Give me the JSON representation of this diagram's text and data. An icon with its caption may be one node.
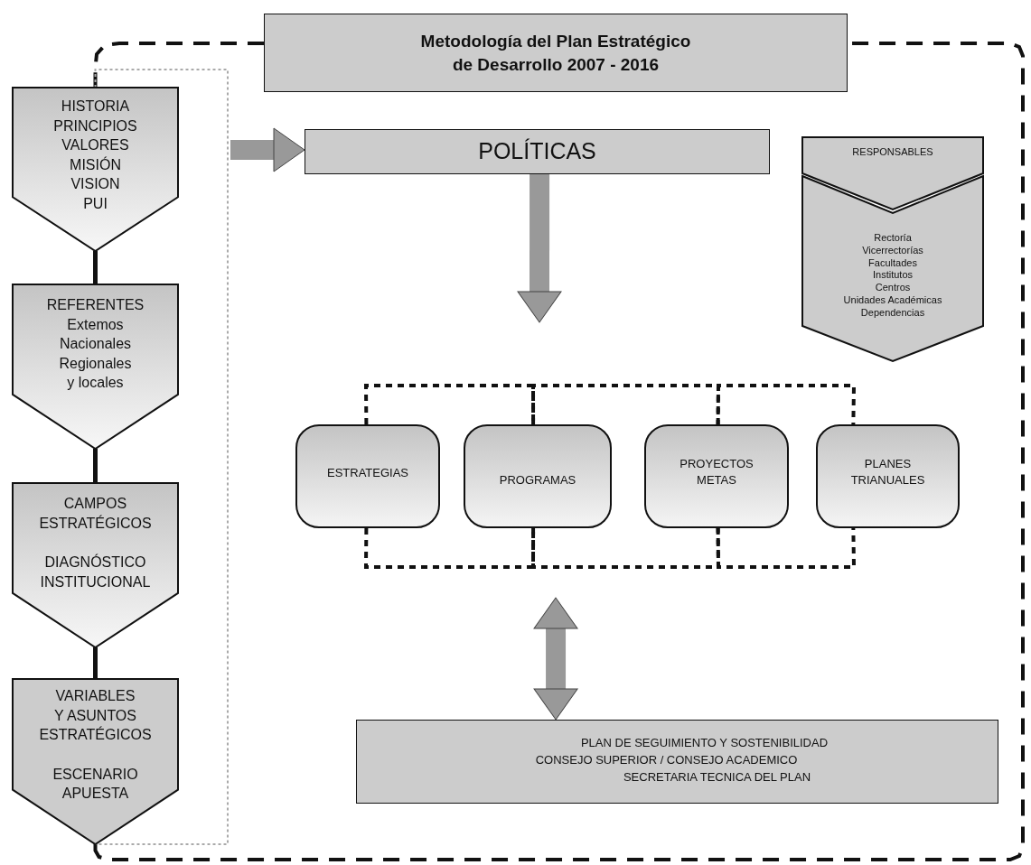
{
  "diagram": {
    "nodes": [
      {
        "text": [
          "Metodología del Plan Estratégico de Desarrollo 2007 - 2016"
        ]
      },
      {
        "text": [
          "HISTORIA PRINCIPIOS VALORES MISIÓN VISION PUI"
        ]
      },
      {
        "text": [
          "REFERENTES Extemos Nacionales Regionales y locales"
        ]
      },
      {
        "text": [
          "CAMPOS ESTRATÉGICOS",
          "DIAGNÓSTICO INSTITUCIONAL"
        ]
      },
      {
        "text": [
          "VARIABLES Y ASUNTOS ESTRATÉGICOS",
          "ESCENARIO APUESTA"
        ]
      },
      {
        "text": [
          "POLÍTICAS"
        ]
      },
      {
        "text": [
          "RESPONSABLES"
        ]
      },
      {
        "text": [
          "Rectoría Vicerrectorías Facultades Institutos Centros Unidades Académicas Dependencias"
        ]
      },
      {
        "text": [
          "ESTRATEGIAS"
        ]
      },
      {
        "text": [
          "PROGRAMAS"
        ]
      },
      {
        "text": [
          "PROYECTOS METAS"
        ]
      },
      {
        "text": [
          "PLANES TRIANUALES"
        ]
      },
      {
        "text": [
          "PLAN DE SEGUIMIENTO Y SOSTENIBILIDAD",
          "CONSEJO SUPERIOR / CONSEJO ACADEMICO",
          "SECRETARIA TECNICA DEL PLAN"
        ]
      }
    ],
    "edges": [
      {
        "from": 0,
        "to": 1,
        "arrow": "none",
        "style": "dashed"
      },
      {
        "from": 4,
        "to": 0,
        "arrow": "none",
        "style": "dashed"
      },
      {
        "from": 1,
        "to": 2,
        "arrow": "none"
      },
      {
        "from": 2,
        "to": 3,
        "arrow": "none"
      },
      {
        "from": 3,
        "to": 4,
        "arrow": "none"
      },
      {
        "from": 1,
        "to": 4,
        "arrow": "none",
        "style": "dashed",
        "color": "#aaaaaa"
      },
      {
        "from": null,
        "to": 5,
        "arrow": "to",
        "style": "thick",
        "color": "#999999"
      },
      {
        "from": 5,
        "to": null,
        "arrow": "to",
        "style": "thick",
        "color": "#999999"
      },
      {
        "from": 8,
        "to": 9,
        "arrow": "none",
        "style": "dashed"
      },
      {
        "from": 9,
        "to": 10,
        "arrow": "none",
        "style": "dashed"
      },
      {
        "from": 10,
        "to": 11,
        "arrow": "none",
        "style": "dashed"
      },
      {
        "from": 8,
        "to": 9,
        "arrow": "none",
        "style": "dashed"
      },
      {
        "from": 9,
        "to": 10,
        "arrow": "none",
        "style": "dashed"
      },
      {
        "from": 10,
        "to": 11,
        "arrow": "none",
        "style": "dashed"
      },
      {
        "from": null,
        "to": 12,
        "arrow": "both",
        "style": "thick",
        "color": "#999999"
      }
    ]
  }
}
